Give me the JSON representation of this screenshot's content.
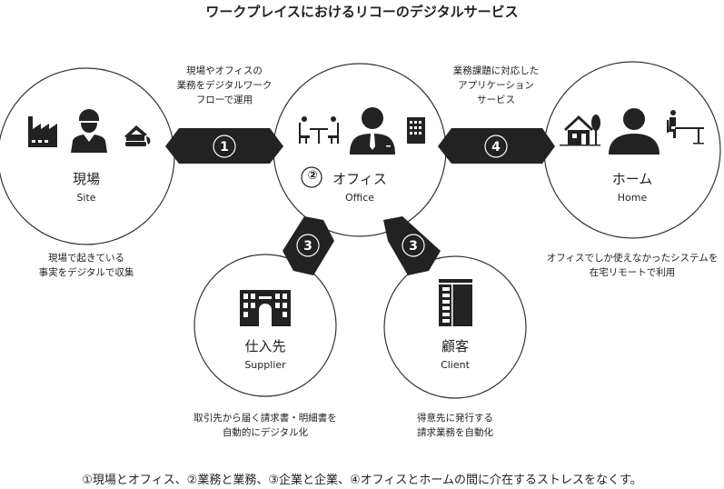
{
  "title": "ワークプレイスにおけるリコーのデジタルサービス",
  "nodes": {
    "site": {
      "jp": "現場",
      "en": "Site",
      "desc": [
        "現場で起きている",
        "事実をデジタルで収集"
      ]
    },
    "office": {
      "num": "②",
      "jp": "オフィス",
      "en": "Office"
    },
    "home": {
      "jp": "ホーム",
      "en": "Home",
      "desc": [
        "オフィスでしか使えなかったシステムを",
        "在宅リモートで利用"
      ]
    },
    "supplier": {
      "jp": "仕入先",
      "en": "Supplier",
      "desc": [
        "取引先から届く請求書・明細書を",
        "自動的にデジタル化"
      ]
    },
    "client": {
      "jp": "顧客",
      "en": "Client",
      "desc": [
        "得意先に発行する",
        "請求業務を自動化"
      ]
    }
  },
  "links": {
    "one": {
      "num": "1",
      "desc": [
        "現場やオフィスの",
        "業務をデジタルワーク",
        "フローで運用"
      ]
    },
    "four": {
      "num": "4",
      "desc": [
        "業務課題に対応した",
        "アプリケーション",
        "サービス"
      ]
    },
    "three_left": {
      "num": "3"
    },
    "three_right": {
      "num": "3"
    }
  },
  "footer": "①現場とオフィス、②業務と業務、③企業と企業、④オフィスとホームの間に介在するストレスをなくす。",
  "colors": {
    "dark": "#222222",
    "line": "#333333"
  }
}
